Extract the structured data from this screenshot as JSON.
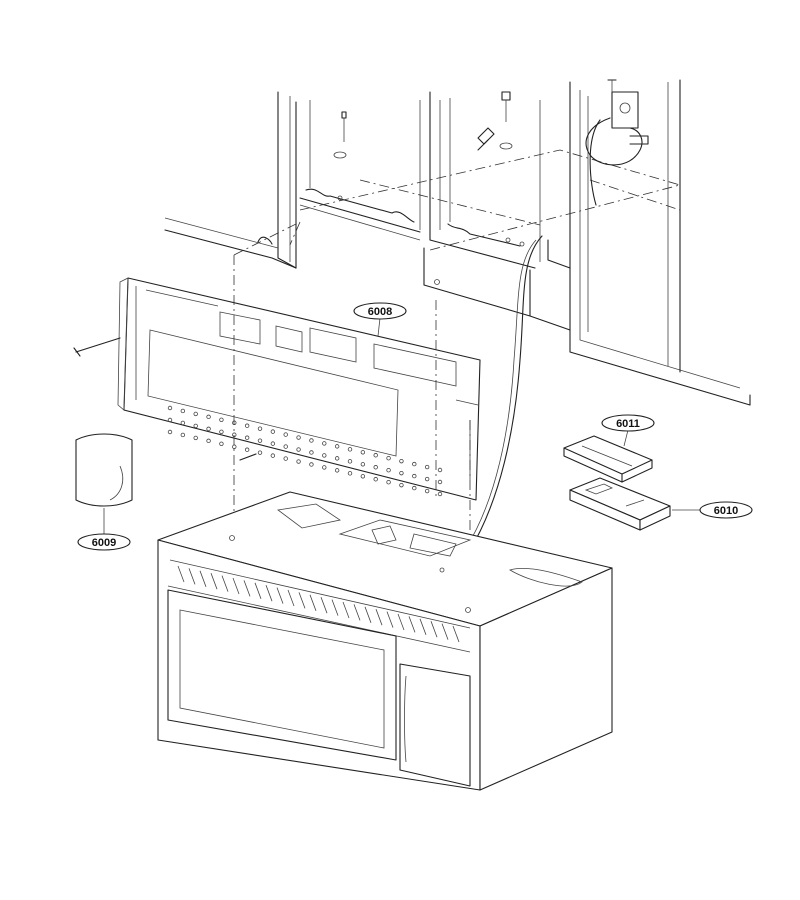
{
  "diagram": {
    "callouts": [
      {
        "id": "6008",
        "label": "6008"
      },
      {
        "id": "6009",
        "label": "6009"
      },
      {
        "id": "6010",
        "label": "6010"
      },
      {
        "id": "6011",
        "label": "6011"
      }
    ]
  }
}
